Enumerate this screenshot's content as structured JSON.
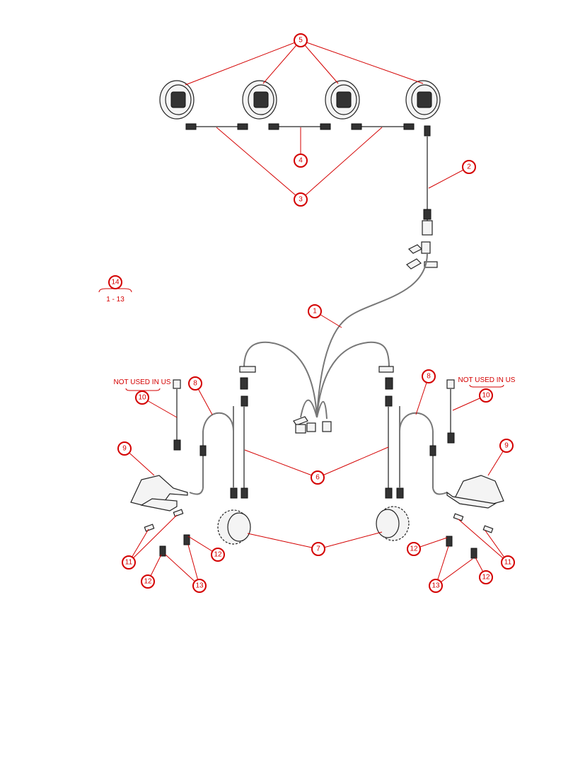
{
  "callouts": {
    "c1": "1",
    "c2": "2",
    "c3": "3",
    "c4": "4",
    "c5": "5",
    "c6": "6",
    "c7": "7",
    "c8": "8",
    "c9": "9",
    "c10": "10",
    "c11": "11",
    "c12": "12",
    "c13": "13",
    "c14": "14"
  },
  "notes": {
    "not_used_left": "NOT USED IN US",
    "not_used_right": "NOT USED IN US",
    "kit_range": "1 - 13"
  },
  "colors": {
    "callout": "#d40000",
    "line_art": "#222222",
    "background": "#ffffff"
  }
}
